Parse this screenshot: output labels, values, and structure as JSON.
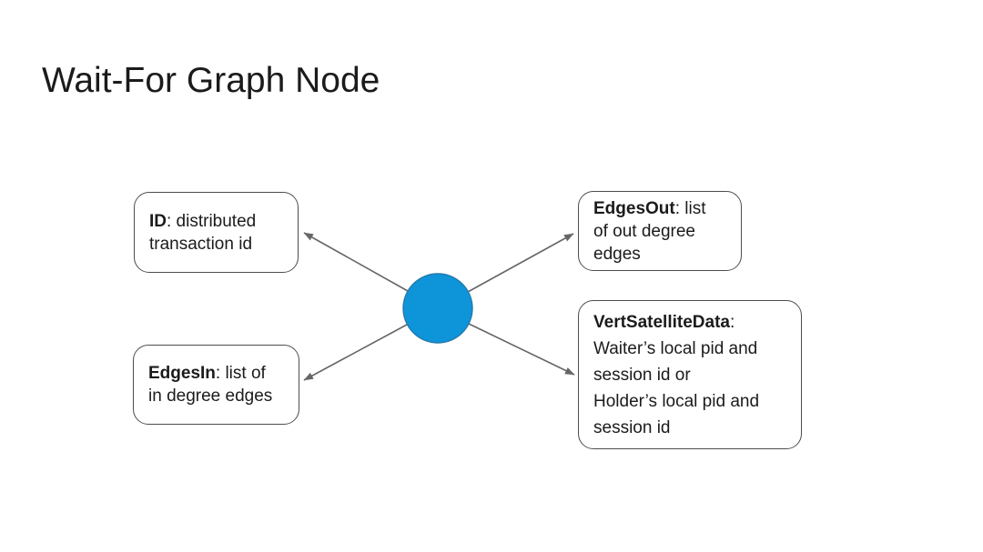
{
  "slide": {
    "title": "Wait-For Graph Node"
  },
  "diagram": {
    "node_shape": "circle",
    "colors": {
      "node_fill": "#0d94d9",
      "node_stroke": "#2779a8",
      "arrow": "#666666",
      "box_border": "#4d4d4d",
      "text": "#1b1b1b"
    },
    "boxes": [
      {
        "term": "ID",
        "after_term": ": distributed",
        "extra_lines": [
          "transaction id"
        ]
      },
      {
        "term": "EdgesOut",
        "after_term": ": list",
        "extra_lines": [
          "of out degree",
          "edges"
        ]
      },
      {
        "term": "EdgesIn",
        "after_term": ": list of",
        "extra_lines": [
          "in degree edges"
        ]
      },
      {
        "term": "VertSatelliteData",
        "after_term": ":",
        "extra_lines": [
          "Waiter’s local pid and",
          "session id or",
          "Holder’s local pid and",
          "session id"
        ]
      }
    ]
  }
}
